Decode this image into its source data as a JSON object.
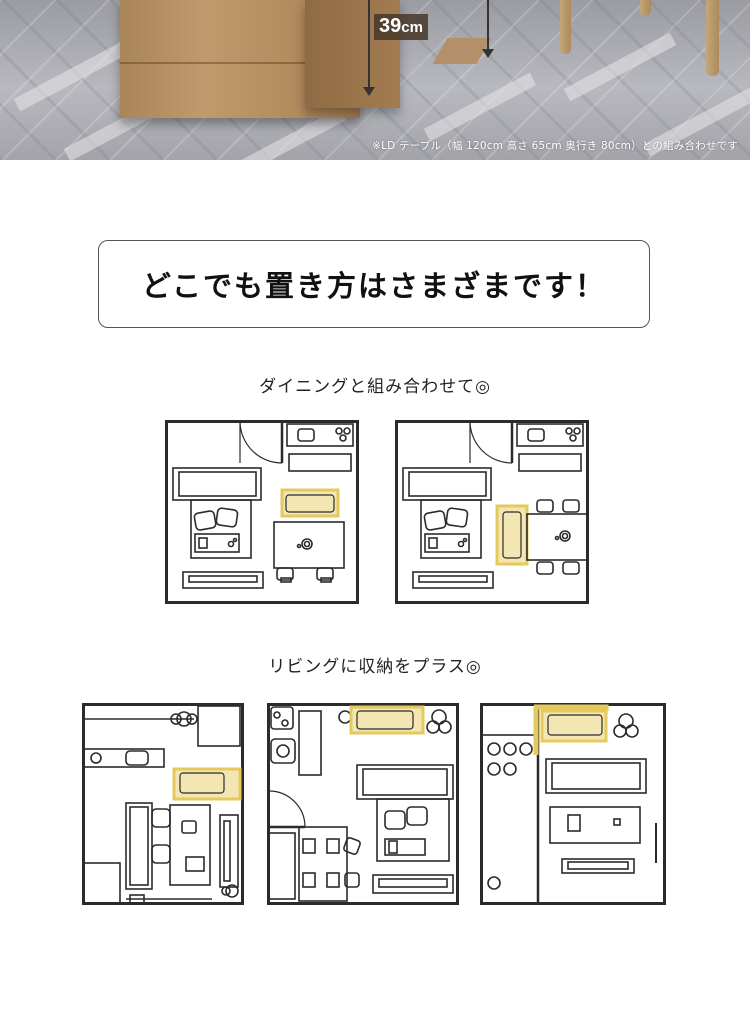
{
  "hero": {
    "dimension_value": "39",
    "dimension_unit": "cm",
    "caption": "※LD テーブル（幅 120cm 高さ 65cm 奥行き 80cm）との組み合わせです"
  },
  "headline": "どこでも置き方はさまざまです！",
  "sections": [
    {
      "title": "ダイニングと組み合わせて◎"
    },
    {
      "title": "リビングに収納をプラス◎"
    }
  ],
  "colors": {
    "highlight": "#e6c95c",
    "highlight_fill": "#f3e6b3",
    "line": "#2b2b2b"
  }
}
